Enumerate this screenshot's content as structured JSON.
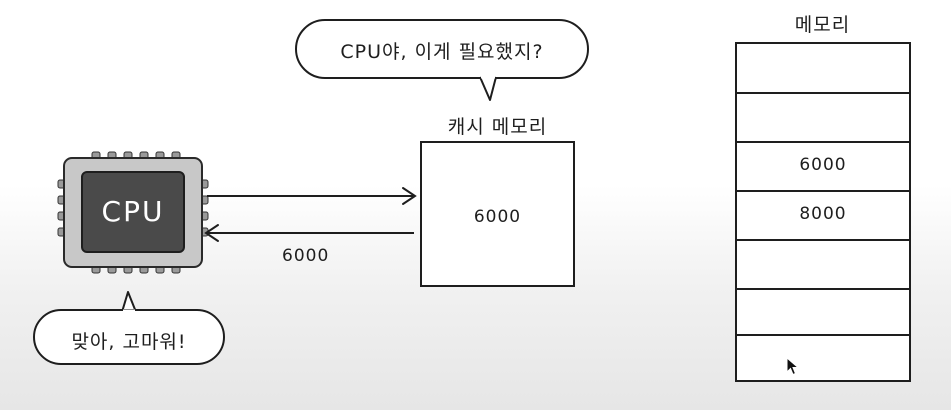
{
  "cpu": {
    "chip_label": "CPU"
  },
  "bubbles": {
    "cache_speech": "CPU야, 이게 필요했지?",
    "cpu_speech": "맞아, 고마워!"
  },
  "cache": {
    "title": "캐시 메모리",
    "value": "6000"
  },
  "transfer": {
    "return_value": "6000"
  },
  "memory": {
    "title": "메모리",
    "cells": [
      "",
      "",
      "6000",
      "8000",
      "",
      "",
      ""
    ]
  },
  "colors": {
    "ink": "#1e1e1e",
    "chip_outer": "#c8c8c8",
    "chip_inner": "#4a4a4a"
  }
}
